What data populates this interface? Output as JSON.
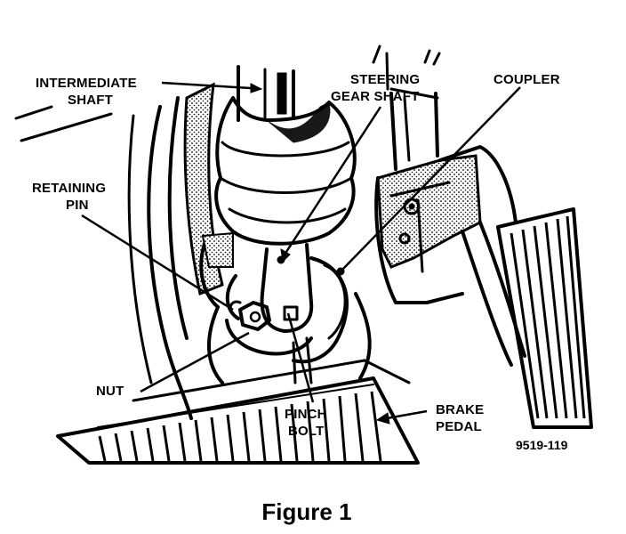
{
  "labels": {
    "intermediate_shaft": [
      "INTERMEDIATE",
      "SHAFT"
    ],
    "steering_gear_shaft": [
      "STEERING",
      "GEAR SHAFT"
    ],
    "coupler": "COUPLER",
    "retaining_pin": [
      "RETAINING",
      "PIN"
    ],
    "nut": "NUT",
    "pinch_bolt": [
      "PINCH",
      "BOLT"
    ],
    "brake_pedal": [
      "BRAKE",
      "PEDAL"
    ],
    "figure_id": "9519-119"
  },
  "caption": "Figure 1"
}
